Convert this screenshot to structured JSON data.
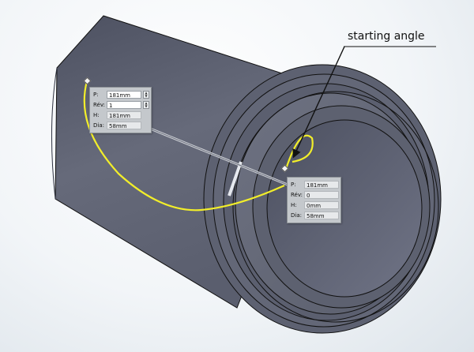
{
  "annotation": {
    "text": "starting angle"
  },
  "callout_start": {
    "p_label": "P:",
    "p_value": "181mm",
    "rev_label": "Rév:",
    "rev_value": "1",
    "h_label": "H:",
    "h_value": "181mm",
    "dia_label": "Dia:",
    "dia_value": "58mm"
  },
  "callout_end": {
    "p_label": "P:",
    "p_value": "181mm",
    "rev_label": "Rév:",
    "rev_value": "0",
    "h_label": "H:",
    "h_value": "0mm",
    "dia_label": "Dia:",
    "dia_value": "58mm"
  },
  "colors": {
    "model": "#5c6070",
    "helix": "#f2ee2a",
    "callout_bg": "#c4c8cc",
    "background": "#eef2f6"
  }
}
